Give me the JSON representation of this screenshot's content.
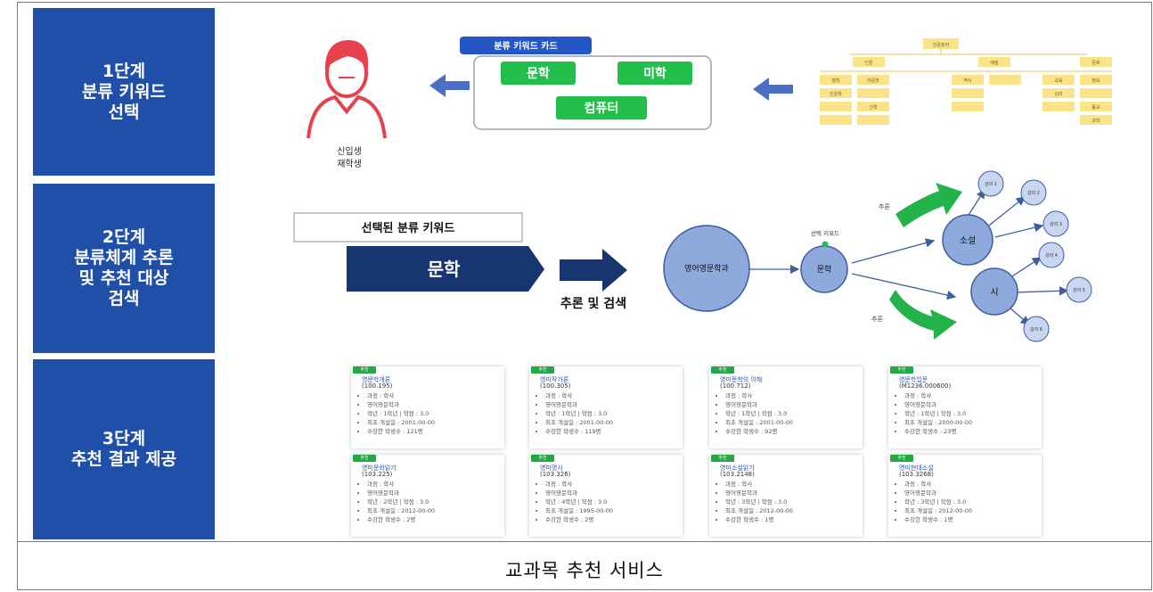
{
  "stages": [
    {
      "label": "1단계\n분류 키워드\n선택"
    },
    {
      "label": "2단계\n분류체계 추론\n및 추천 대상\n검색"
    },
    {
      "label": "3단계\n추천 결과 제공"
    }
  ],
  "caption": "교과목 추천 서비스",
  "step1": {
    "user_label_1": "신입생",
    "user_label_2": "재학생",
    "card_title": "분류 키워드 카드",
    "keywords": [
      "문학",
      "미학",
      "컴퓨터"
    ],
    "taxonomy_root": "인문분야",
    "taxonomy_top": [
      "인문",
      "예술",
      "문화"
    ],
    "taxonomy_cells": [
      "철학",
      "어문학",
      "역사",
      "교육",
      "정보",
      "인문학",
      "심리",
      "신학",
      "종교",
      "과학"
    ]
  },
  "step2": {
    "selected_box_title": "선택된 분류 키워드",
    "selected_keyword": "문학",
    "infer_label": "추론 및 검색",
    "dept_node": "영어영문학과",
    "center_node": "문학",
    "selected_keyword_label": "선택 키워드",
    "infer_note_top": "추론",
    "infer_note_bottom": "추론",
    "sub_nodes": [
      "소설",
      "시"
    ],
    "leaf_nodes": [
      "강의 1",
      "강의 2",
      "강의 3",
      "강의 4",
      "강의 5",
      "강의 6"
    ]
  },
  "step3": {
    "cards": [
      {
        "tag": "추천",
        "title": "영문학개론",
        "code": "(100.195)",
        "items": [
          "과정 : 학사",
          "영어영문학과",
          "학년 : 1학년 | 학점 : 3.0",
          "최초 개설일 : 2001-00-00",
          "수강한 학생수 : 121명"
        ]
      },
      {
        "tag": "추천",
        "title": "영미작가론",
        "code": "(100.305)",
        "items": [
          "과정 : 학사",
          "영어영문학과",
          "학년 : 1학년 | 학점 : 3.0",
          "최초 개설일 : 2001-00-00",
          "수강한 학생수 : 119명"
        ]
      },
      {
        "tag": "추천",
        "title": "영미문학의 이해",
        "code": "(100.712)",
        "items": [
          "과정 : 학사",
          "영어영문학과",
          "학년 : 1학년 | 학점 : 3.0",
          "최초 개설일 : 2001-00-00",
          "수강한 학생수 : 92명"
        ]
      },
      {
        "tag": "추천",
        "title": "영문학입문",
        "code": "(M1236.000600)",
        "items": [
          "과정 : 학사",
          "영어영문학과",
          "학년 : 1학년 | 학점 : 3.0",
          "최초 개설일 : 2000-00-00",
          "수강한 학생수 : 23명"
        ]
      },
      {
        "tag": "추천",
        "title": "영미문화읽기",
        "code": "(103.225)",
        "items": [
          "과정 : 학사",
          "영어영문학과",
          "학년 : 2학년 | 학점 : 3.0",
          "최초 개설일 : 2012-00-00",
          "수강한 학생수 : 2명"
        ]
      },
      {
        "tag": "추천",
        "title": "영미명시",
        "code": "(103.326)",
        "items": [
          "과정 : 학사",
          "영어영문학과",
          "학년 : 4학년 | 학점 : 3.0",
          "최초 개설일 : 1995-00-00",
          "수강한 학생수 : 2명"
        ]
      },
      {
        "tag": "추천",
        "title": "영미소설읽기",
        "code": "(103.2148)",
        "items": [
          "과정 : 학사",
          "영어영문학과",
          "학년 : 3학년 | 학점 : 3.0",
          "최초 개설일 : 2012-00-00",
          "수강한 학생수 : 1명"
        ]
      },
      {
        "tag": "추천",
        "title": "영미현대소설",
        "code": "(103.3268)",
        "items": [
          "과정 : 학사",
          "영어영문학과",
          "학년 : 3학년 | 학점 : 3.0",
          "최초 개설일 : 2012-00-00",
          "수강한 학생수 : 1명"
        ]
      }
    ]
  },
  "colors": {
    "stage_blue": "#1f4fa8",
    "dark_navy": "#17356e",
    "keyword_green": "#22c04a",
    "node_fill": "#8ea9dc",
    "node_stroke": "#3f5e9e",
    "sticky_yellow": "#fbe38a",
    "person_red": "#e8414e"
  }
}
